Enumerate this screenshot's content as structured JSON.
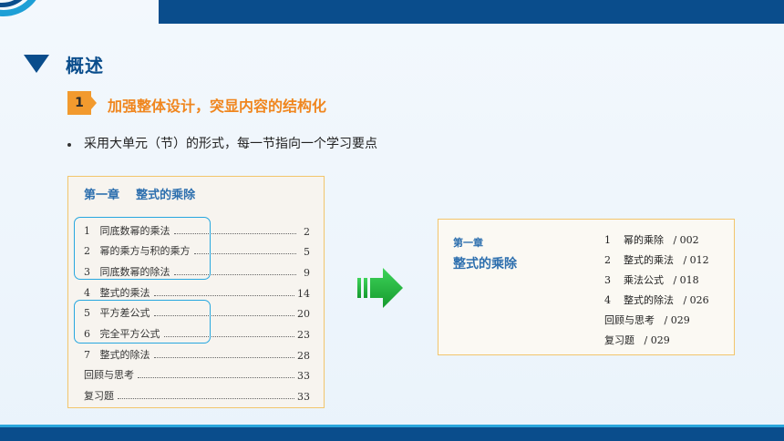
{
  "header": {
    "title": "概述"
  },
  "section": {
    "number": "1",
    "title": "加强整体设计，突显内容的结构化"
  },
  "bullet": {
    "text": "采用大单元（节）的形式，每一节指向一个学习要点"
  },
  "toc": {
    "title": "第一章    整式的乘除",
    "items": [
      {
        "label": "1   同底数幂的乘法",
        "page": "2"
      },
      {
        "label": "2   幂的乘方与积的乘方",
        "page": "5"
      },
      {
        "label": "3   同底数幂的除法",
        "page": "9"
      },
      {
        "label": "4   整式的乘法",
        "page": "14"
      },
      {
        "label": "5   平方差公式",
        "page": "20"
      },
      {
        "label": "6   完全平方公式",
        "page": "23"
      },
      {
        "label": "7   整式的除法",
        "page": "28"
      },
      {
        "label": "回顾与思考",
        "page": "33"
      },
      {
        "label": "复习题",
        "page": "33"
      }
    ]
  },
  "new_toc": {
    "chapter": "第一章",
    "title": "整式的乘除",
    "items": [
      "1    幂的乘除   / 002",
      "2    整式的乘法   / 012",
      "3    乘法公式   / 018",
      "4    整式的除法   / 026",
      "回顾与思考   / 029",
      "复习题   / 029"
    ]
  },
  "colors": {
    "primary": "#0a4d8c",
    "accent": "#f0861e",
    "highlight": "#27a7df",
    "arrow": "#1fae3a"
  }
}
